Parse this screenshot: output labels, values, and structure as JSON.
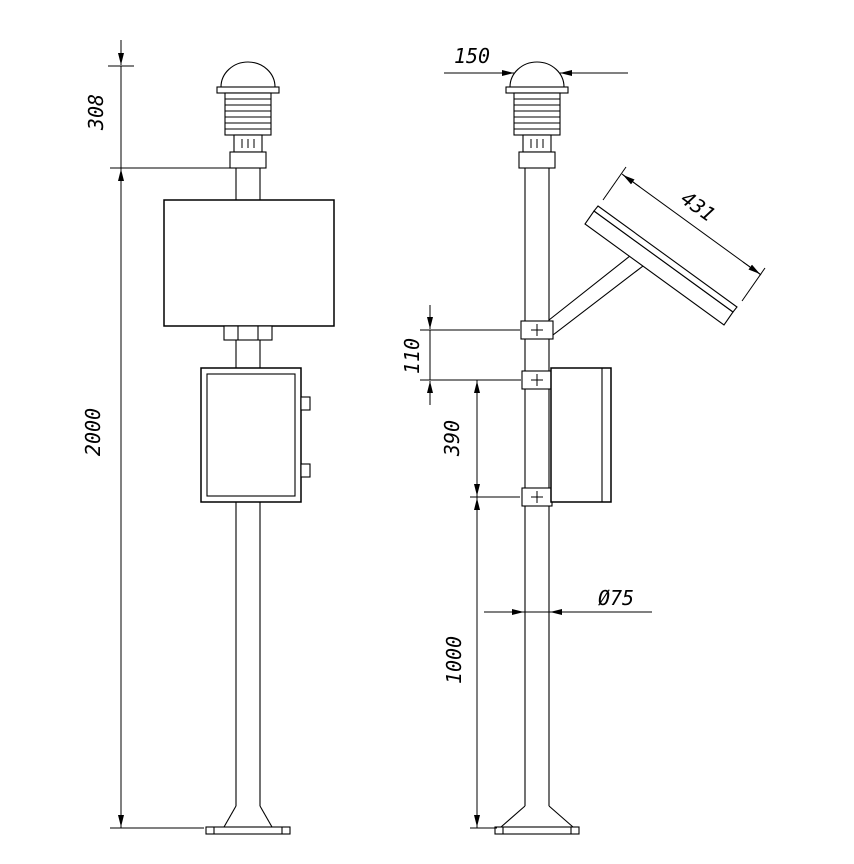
{
  "drawing": {
    "background": "#ffffff",
    "line_color": "#000000",
    "views": [
      "front-view",
      "side-view"
    ],
    "dims": {
      "sensor_height": "308",
      "total_height": "2000",
      "sensor_width": "150",
      "panel_length": "431",
      "panel_gap": "110",
      "box_span": "390",
      "lower_pole": "1000",
      "pole_diameter": "Ø75"
    }
  }
}
